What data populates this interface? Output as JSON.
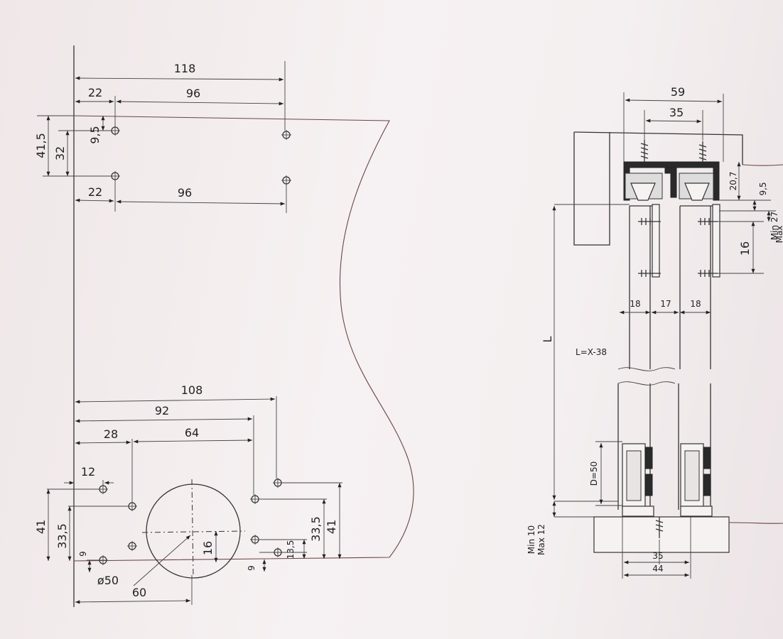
{
  "left_view": {
    "top_dims": {
      "d118": "118",
      "d22a": "22",
      "d96a": "96",
      "d22b": "22",
      "d96b": "96"
    },
    "left_dims": {
      "d41_5": "41,5",
      "d32": "32",
      "d9_5": "9,5"
    },
    "bottom_dims": {
      "d108": "108",
      "d92": "92",
      "d28": "28",
      "d64": "64",
      "d12": "12",
      "d41": "41",
      "d33_5": "33,5",
      "d9": "9",
      "d50": "ø50",
      "d60": "60",
      "d16": "16",
      "d13_5": "13,5",
      "d9r": "9",
      "d33_5r": "33,5",
      "d41r": "41"
    }
  },
  "right_view": {
    "top_dims": {
      "d59": "59",
      "d35": "35",
      "d20_7": "20,7",
      "d9_5": "9,5",
      "dmin27": "Min 27",
      "dmax": "Max"
    },
    "mid_dims": {
      "d16": "16",
      "d18a": "18",
      "d17": "17",
      "d18b": "18",
      "L": "L",
      "formula": "L=X-38",
      "d50": "D=50"
    },
    "bottom_dims": {
      "min10": "Min 10",
      "max12": "Max 12",
      "d35": "35",
      "d44": "44"
    }
  }
}
